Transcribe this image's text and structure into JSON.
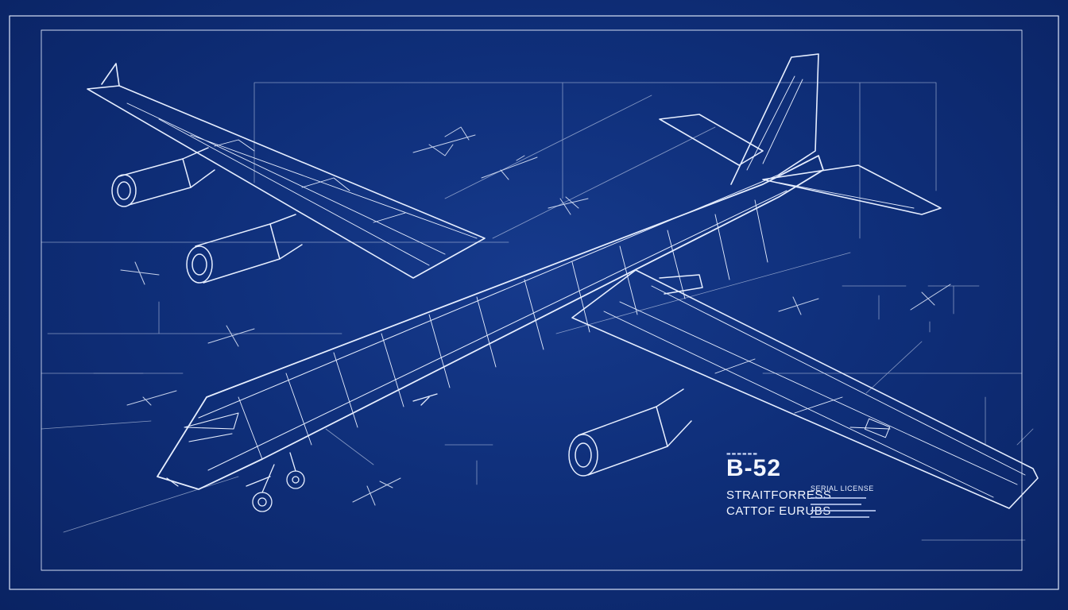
{
  "sheet": {
    "background": "#0f2f7a",
    "line_color": "#e6eeff",
    "subject": "aircraft-wireframe"
  },
  "title_block": {
    "model": "B-52",
    "name_line_1": "STRAITFORRESS",
    "name_line_2": "CATTOF EURUBS"
  },
  "spec_block": {
    "heading": "SERIAL LICENSE"
  }
}
